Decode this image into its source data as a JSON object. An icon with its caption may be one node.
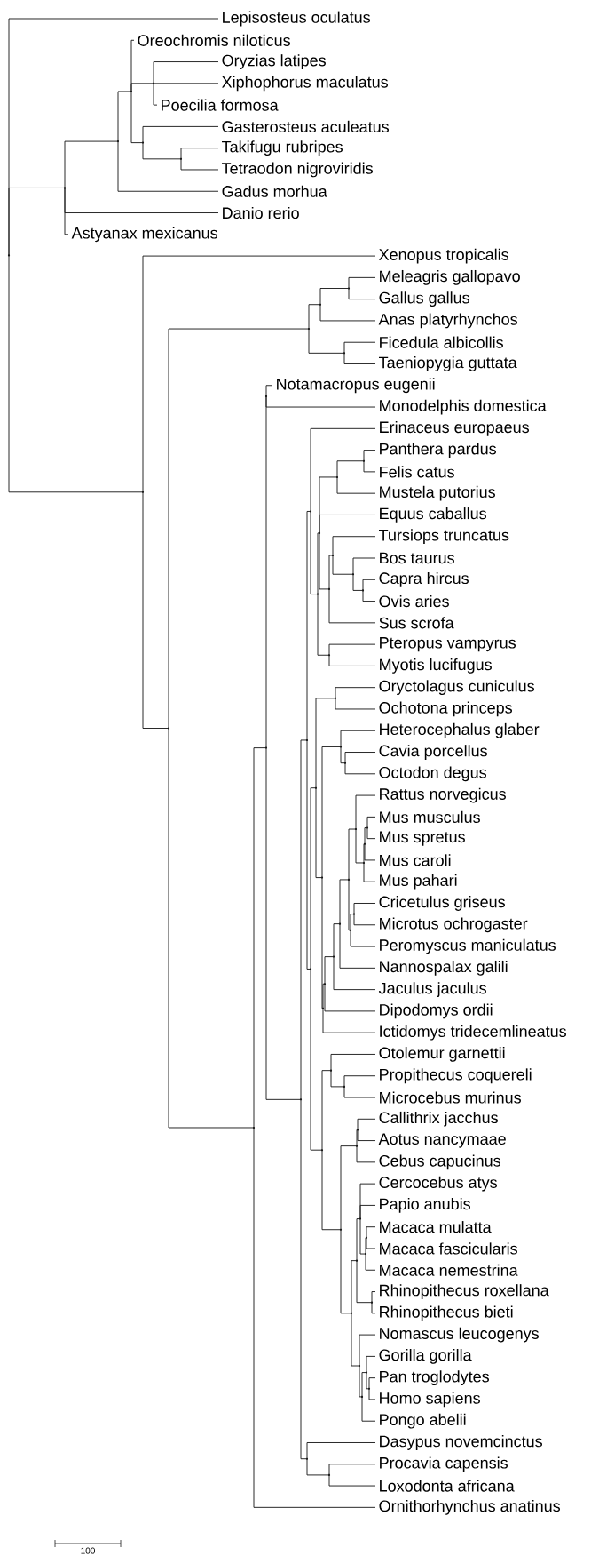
{
  "diagram": {
    "nodes": [
      {
        "text": [
          "Lepisosteus oculatus"
        ]
      },
      {
        "text": [
          "Oreochromis niloticus"
        ]
      },
      {
        "text": [
          "Oryzias latipes"
        ]
      },
      {
        "text": [
          "Xiphophorus maculatus"
        ]
      },
      {
        "text": [
          "Poecilia formosa"
        ]
      },
      {
        "text": [
          "Gasterosteus aculeatus"
        ]
      },
      {
        "text": [
          "Takifugu rubripes"
        ]
      },
      {
        "text": [
          "Tetraodon nigroviridis"
        ]
      },
      {
        "text": [
          "Gadus morhua"
        ]
      },
      {
        "text": [
          "Danio rerio"
        ]
      },
      {
        "text": [
          "Astyanax mexicanus"
        ]
      },
      {
        "text": [
          "Xenopus tropicalis"
        ]
      },
      {
        "text": [
          "Meleagris gallopavo"
        ]
      },
      {
        "text": [
          "Gallus gallus"
        ]
      },
      {
        "text": [
          "Anas platyrhynchos"
        ]
      },
      {
        "text": [
          "Ficedula albicollis"
        ]
      },
      {
        "text": [
          "Taeniopygia guttata"
        ]
      },
      {
        "text": [
          "Notamacropus eugenii"
        ]
      },
      {
        "text": [
          "Monodelphis domestica"
        ]
      },
      {
        "text": [
          "Erinaceus europaeus"
        ]
      },
      {
        "text": [
          "Panthera pardus"
        ]
      },
      {
        "text": [
          "Felis catus"
        ]
      },
      {
        "text": [
          "Mustela putorius"
        ]
      },
      {
        "text": [
          "Equus caballus"
        ]
      },
      {
        "text": [
          "Tursiops truncatus"
        ]
      },
      {
        "text": [
          "Bos taurus"
        ]
      },
      {
        "text": [
          "Capra hircus"
        ]
      },
      {
        "text": [
          "Ovis aries"
        ]
      },
      {
        "text": [
          "Sus scrofa"
        ]
      },
      {
        "text": [
          "Pteropus vampyrus"
        ]
      },
      {
        "text": [
          "Myotis lucifugus"
        ]
      },
      {
        "text": [
          "Oryctolagus cuniculus"
        ]
      },
      {
        "text": [
          "Ochotona princeps"
        ]
      },
      {
        "text": [
          "Heterocephalus glaber"
        ]
      },
      {
        "text": [
          "Cavia porcellus"
        ]
      },
      {
        "text": [
          "Octodon degus"
        ]
      },
      {
        "text": [
          "Rattus norvegicus"
        ]
      },
      {
        "text": [
          "Mus musculus"
        ]
      },
      {
        "text": [
          "Mus spretus"
        ]
      },
      {
        "text": [
          "Mus caroli"
        ]
      },
      {
        "text": [
          "Mus pahari"
        ]
      },
      {
        "text": [
          "Cricetulus griseus"
        ]
      },
      {
        "text": [
          "Microtus ochrogaster"
        ]
      },
      {
        "text": [
          "Peromyscus maniculatus"
        ]
      },
      {
        "text": [
          "Nannospalax galili"
        ]
      },
      {
        "text": [
          "Jaculus jaculus"
        ]
      },
      {
        "text": [
          "Dipodomys ordii"
        ]
      },
      {
        "text": [
          "Ictidomys tridecemlineatus"
        ]
      },
      {
        "text": [
          "Otolemur garnettii"
        ]
      },
      {
        "text": [
          "Propithecus coquereli"
        ]
      },
      {
        "text": [
          "Microcebus murinus"
        ]
      },
      {
        "text": [
          "Callithrix jacchus"
        ]
      },
      {
        "text": [
          "Aotus nancymaae"
        ]
      },
      {
        "text": [
          "Cebus capucinus"
        ]
      },
      {
        "text": [
          "Cercocebus atys"
        ]
      },
      {
        "text": [
          "Papio anubis"
        ]
      },
      {
        "text": [
          "Macaca mulatta"
        ]
      },
      {
        "text": [
          "Macaca fascicularis"
        ]
      },
      {
        "text": [
          "Macaca nemestrina"
        ]
      },
      {
        "text": [
          "Rhinopithecus roxellana"
        ]
      },
      {
        "text": [
          "Rhinopithecus bieti"
        ]
      },
      {
        "text": [
          "Nomascus leucogenys"
        ]
      },
      {
        "text": [
          "Gorilla gorilla"
        ]
      },
      {
        "text": [
          "Pan troglodytes"
        ]
      },
      {
        "text": [
          "Homo sapiens"
        ]
      },
      {
        "text": [
          "Pongo abelii"
        ]
      },
      {
        "text": [
          "Dasypus novemcinctus"
        ]
      },
      {
        "text": [
          "Procavia capensis"
        ]
      },
      {
        "text": [
          "Loxodonta africana"
        ]
      },
      {
        "text": [
          "Ornithorhynchus anatinus"
        ]
      },
      {
        "text": [],
        "shape": "point"
      },
      {
        "text": [],
        "shape": "point"
      },
      {
        "text": [],
        "shape": "point"
      },
      {
        "text": [],
        "shape": "point"
      },
      {
        "text": [],
        "shape": "point"
      },
      {
        "text": [],
        "shape": "point"
      },
      {
        "text": [],
        "shape": "point"
      },
      {
        "text": [],
        "shape": "point"
      },
      {
        "text": [],
        "shape": "point"
      },
      {
        "text": [],
        "shape": "point"
      },
      {
        "text": [],
        "shape": "point"
      },
      {
        "text": [],
        "shape": "point"
      },
      {
        "text": [],
        "shape": "point"
      },
      {
        "text": [],
        "shape": "point"
      },
      {
        "text": [],
        "shape": "point"
      },
      {
        "text": [],
        "shape": "point"
      },
      {
        "text": [],
        "shape": "point"
      },
      {
        "text": [],
        "shape": "point"
      },
      {
        "text": [],
        "shape": "point"
      },
      {
        "text": [],
        "shape": "point"
      },
      {
        "text": [],
        "shape": "point"
      },
      {
        "text": [],
        "shape": "point"
      },
      {
        "text": [],
        "shape": "point"
      },
      {
        "text": [],
        "shape": "point"
      },
      {
        "text": [],
        "shape": "point"
      },
      {
        "text": [],
        "shape": "point"
      },
      {
        "text": [],
        "shape": "point"
      },
      {
        "text": [],
        "shape": "point"
      },
      {
        "text": [],
        "shape": "point"
      },
      {
        "text": [],
        "shape": "point"
      },
      {
        "text": [],
        "shape": "point"
      },
      {
        "text": [],
        "shape": "point"
      },
      {
        "text": [],
        "shape": "point"
      },
      {
        "text": [],
        "shape": "point"
      },
      {
        "text": [],
        "shape": "point"
      },
      {
        "text": [],
        "shape": "point"
      },
      {
        "text": [],
        "shape": "point"
      },
      {
        "text": [],
        "shape": "point"
      },
      {
        "text": [],
        "shape": "point"
      },
      {
        "text": [],
        "shape": "point"
      },
      {
        "text": [],
        "shape": "point"
      },
      {
        "text": [],
        "shape": "point"
      },
      {
        "text": [],
        "shape": "point"
      },
      {
        "text": [],
        "shape": "point"
      },
      {
        "text": [],
        "shape": "point"
      },
      {
        "text": [],
        "shape": "point"
      },
      {
        "text": [],
        "shape": "point"
      },
      {
        "text": [],
        "shape": "point"
      },
      {
        "text": [],
        "shape": "point"
      },
      {
        "text": [],
        "shape": "point"
      },
      {
        "text": [],
        "shape": "point"
      },
      {
        "text": [],
        "shape": "point"
      },
      {
        "text": [],
        "shape": "point"
      },
      {
        "text": [],
        "shape": "point"
      },
      {
        "text": [],
        "shape": "point"
      },
      {
        "text": [],
        "shape": "point"
      },
      {
        "text": [],
        "shape": "point"
      },
      {
        "text": [],
        "shape": "point"
      },
      {
        "text": [],
        "shape": "point"
      },
      {
        "text": [],
        "shape": "point"
      },
      {
        "text": [],
        "shape": "point"
      },
      {
        "text": [],
        "shape": "point"
      },
      {
        "text": [],
        "shape": "point"
      }
    ],
    "edges": [
      {
        "from": 70,
        "to": 0,
        "arrow": "none"
      },
      {
        "from": 70,
        "to": 71,
        "arrow": "none"
      },
      {
        "from": 70,
        "to": 77,
        "arrow": "none"
      },
      {
        "from": 71,
        "to": 72,
        "arrow": "none"
      },
      {
        "from": 71,
        "to": 9,
        "arrow": "none"
      },
      {
        "from": 71,
        "to": 10,
        "arrow": "none"
      },
      {
        "from": 72,
        "to": 73,
        "arrow": "none"
      },
      {
        "from": 72,
        "to": 8,
        "arrow": "none"
      },
      {
        "from": 73,
        "to": 1,
        "arrow": "none"
      },
      {
        "from": 73,
        "to": 74,
        "arrow": "none"
      },
      {
        "from": 73,
        "to": 75,
        "arrow": "none"
      },
      {
        "from": 74,
        "to": 2,
        "arrow": "none"
      },
      {
        "from": 74,
        "to": 3,
        "arrow": "none"
      },
      {
        "from": 74,
        "to": 4,
        "arrow": "none"
      },
      {
        "from": 75,
        "to": 5,
        "arrow": "none"
      },
      {
        "from": 75,
        "to": 76,
        "arrow": "none"
      },
      {
        "from": 76,
        "to": 6,
        "arrow": "none"
      },
      {
        "from": 76,
        "to": 7,
        "arrow": "none"
      },
      {
        "from": 77,
        "to": 11,
        "arrow": "none"
      },
      {
        "from": 77,
        "to": 78,
        "arrow": "none"
      },
      {
        "from": 78,
        "to": 79,
        "arrow": "none"
      },
      {
        "from": 78,
        "to": 83,
        "arrow": "none"
      },
      {
        "from": 79,
        "to": 80,
        "arrow": "none"
      },
      {
        "from": 79,
        "to": 82,
        "arrow": "none"
      },
      {
        "from": 80,
        "to": 81,
        "arrow": "none"
      },
      {
        "from": 80,
        "to": 14,
        "arrow": "none"
      },
      {
        "from": 81,
        "to": 12,
        "arrow": "none"
      },
      {
        "from": 81,
        "to": 13,
        "arrow": "none"
      },
      {
        "from": 82,
        "to": 15,
        "arrow": "none"
      },
      {
        "from": 82,
        "to": 16,
        "arrow": "none"
      },
      {
        "from": 83,
        "to": 84,
        "arrow": "none"
      },
      {
        "from": 83,
        "to": 69,
        "arrow": "none"
      },
      {
        "from": 84,
        "to": 85,
        "arrow": "none"
      },
      {
        "from": 84,
        "to": 86,
        "arrow": "none"
      },
      {
        "from": 85,
        "to": 17,
        "arrow": "none"
      },
      {
        "from": 85,
        "to": 18,
        "arrow": "none"
      },
      {
        "from": 86,
        "to": 87,
        "arrow": "none"
      },
      {
        "from": 86,
        "to": 131,
        "arrow": "none"
      },
      {
        "from": 87,
        "to": 88,
        "arrow": "none"
      },
      {
        "from": 87,
        "to": 98,
        "arrow": "none"
      },
      {
        "from": 88,
        "to": 19,
        "arrow": "none"
      },
      {
        "from": 88,
        "to": 89,
        "arrow": "none"
      },
      {
        "from": 89,
        "to": 90,
        "arrow": "none"
      },
      {
        "from": 89,
        "to": 97,
        "arrow": "none"
      },
      {
        "from": 90,
        "to": 91,
        "arrow": "none"
      },
      {
        "from": 90,
        "to": 23,
        "arrow": "none"
      },
      {
        "from": 90,
        "to": 93,
        "arrow": "none"
      },
      {
        "from": 91,
        "to": 92,
        "arrow": "none"
      },
      {
        "from": 91,
        "to": 22,
        "arrow": "none"
      },
      {
        "from": 92,
        "to": 20,
        "arrow": "none"
      },
      {
        "from": 92,
        "to": 21,
        "arrow": "none"
      },
      {
        "from": 93,
        "to": 94,
        "arrow": "none"
      },
      {
        "from": 93,
        "to": 28,
        "arrow": "none"
      },
      {
        "from": 94,
        "to": 24,
        "arrow": "none"
      },
      {
        "from": 94,
        "to": 95,
        "arrow": "none"
      },
      {
        "from": 95,
        "to": 25,
        "arrow": "none"
      },
      {
        "from": 95,
        "to": 96,
        "arrow": "none"
      },
      {
        "from": 96,
        "to": 26,
        "arrow": "none"
      },
      {
        "from": 96,
        "to": 27,
        "arrow": "none"
      },
      {
        "from": 97,
        "to": 29,
        "arrow": "none"
      },
      {
        "from": 97,
        "to": 30,
        "arrow": "none"
      },
      {
        "from": 98,
        "to": 99,
        "arrow": "none"
      },
      {
        "from": 98,
        "to": 115,
        "arrow": "none"
      },
      {
        "from": 99,
        "to": 100,
        "arrow": "none"
      },
      {
        "from": 99,
        "to": 101,
        "arrow": "none"
      },
      {
        "from": 100,
        "to": 31,
        "arrow": "none"
      },
      {
        "from": 100,
        "to": 32,
        "arrow": "none"
      },
      {
        "from": 101,
        "to": 102,
        "arrow": "none"
      },
      {
        "from": 101,
        "to": 104,
        "arrow": "none"
      },
      {
        "from": 102,
        "to": 33,
        "arrow": "none"
      },
      {
        "from": 102,
        "to": 103,
        "arrow": "none"
      },
      {
        "from": 103,
        "to": 34,
        "arrow": "none"
      },
      {
        "from": 103,
        "to": 35,
        "arrow": "none"
      },
      {
        "from": 104,
        "to": 105,
        "arrow": "none"
      },
      {
        "from": 104,
        "to": 47,
        "arrow": "none"
      },
      {
        "from": 105,
        "to": 106,
        "arrow": "none"
      },
      {
        "from": 105,
        "to": 46,
        "arrow": "none"
      },
      {
        "from": 106,
        "to": 107,
        "arrow": "none"
      },
      {
        "from": 106,
        "to": 45,
        "arrow": "none"
      },
      {
        "from": 107,
        "to": 108,
        "arrow": "none"
      },
      {
        "from": 107,
        "to": 44,
        "arrow": "none"
      },
      {
        "from": 108,
        "to": 109,
        "arrow": "none"
      },
      {
        "from": 108,
        "to": 113,
        "arrow": "none"
      },
      {
        "from": 109,
        "to": 36,
        "arrow": "none"
      },
      {
        "from": 109,
        "to": 110,
        "arrow": "none"
      },
      {
        "from": 110,
        "to": 111,
        "arrow": "none"
      },
      {
        "from": 110,
        "to": 40,
        "arrow": "none"
      },
      {
        "from": 111,
        "to": 112,
        "arrow": "none"
      },
      {
        "from": 111,
        "to": 39,
        "arrow": "none"
      },
      {
        "from": 112,
        "to": 37,
        "arrow": "none"
      },
      {
        "from": 112,
        "to": 38,
        "arrow": "none"
      },
      {
        "from": 113,
        "to": 114,
        "arrow": "none"
      },
      {
        "from": 113,
        "to": 43,
        "arrow": "none"
      },
      {
        "from": 114,
        "to": 41,
        "arrow": "none"
      },
      {
        "from": 114,
        "to": 42,
        "arrow": "none"
      },
      {
        "from": 115,
        "to": 116,
        "arrow": "none"
      },
      {
        "from": 115,
        "to": 118,
        "arrow": "none"
      },
      {
        "from": 116,
        "to": 48,
        "arrow": "none"
      },
      {
        "from": 116,
        "to": 117,
        "arrow": "none"
      },
      {
        "from": 117,
        "to": 49,
        "arrow": "none"
      },
      {
        "from": 117,
        "to": 50,
        "arrow": "none"
      },
      {
        "from": 118,
        "to": 119,
        "arrow": "none"
      },
      {
        "from": 118,
        "to": 121,
        "arrow": "none"
      },
      {
        "from": 119,
        "to": 120,
        "arrow": "none"
      },
      {
        "from": 119,
        "to": 53,
        "arrow": "none"
      },
      {
        "from": 120,
        "to": 51,
        "arrow": "none"
      },
      {
        "from": 120,
        "to": 52,
        "arrow": "none"
      },
      {
        "from": 121,
        "to": 122,
        "arrow": "none"
      },
      {
        "from": 121,
        "to": 127,
        "arrow": "none"
      },
      {
        "from": 122,
        "to": 123,
        "arrow": "none"
      },
      {
        "from": 122,
        "to": 126,
        "arrow": "none"
      },
      {
        "from": 123,
        "to": 54,
        "arrow": "none"
      },
      {
        "from": 123,
        "to": 55,
        "arrow": "none"
      },
      {
        "from": 123,
        "to": 124,
        "arrow": "none"
      },
      {
        "from": 124,
        "to": 125,
        "arrow": "none"
      },
      {
        "from": 124,
        "to": 58,
        "arrow": "none"
      },
      {
        "from": 125,
        "to": 56,
        "arrow": "none"
      },
      {
        "from": 125,
        "to": 57,
        "arrow": "none"
      },
      {
        "from": 126,
        "to": 59,
        "arrow": "none"
      },
      {
        "from": 126,
        "to": 60,
        "arrow": "none"
      },
      {
        "from": 127,
        "to": 61,
        "arrow": "none"
      },
      {
        "from": 127,
        "to": 128,
        "arrow": "none"
      },
      {
        "from": 128,
        "to": 129,
        "arrow": "none"
      },
      {
        "from": 128,
        "to": 65,
        "arrow": "none"
      },
      {
        "from": 129,
        "to": 62,
        "arrow": "none"
      },
      {
        "from": 129,
        "to": 130,
        "arrow": "none"
      },
      {
        "from": 130,
        "to": 63,
        "arrow": "none"
      },
      {
        "from": 130,
        "to": 64,
        "arrow": "none"
      },
      {
        "from": 131,
        "to": 66,
        "arrow": "none"
      },
      {
        "from": 131,
        "to": 132,
        "arrow": "none"
      },
      {
        "from": 132,
        "to": 67,
        "arrow": "none"
      },
      {
        "from": 132,
        "to": 68,
        "arrow": "none"
      }
    ],
    "labels": [
      "100"
    ]
  }
}
